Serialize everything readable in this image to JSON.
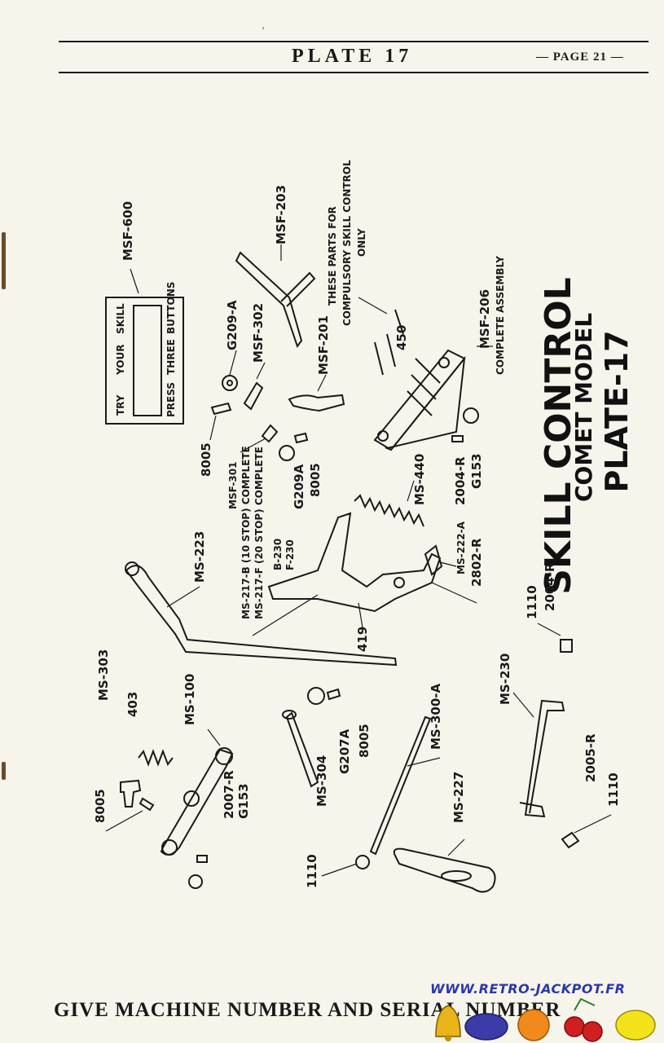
{
  "header": {
    "plate_title": "PLATE 17",
    "page_number": "— PAGE 21 —"
  },
  "title": {
    "line1": "SKILL CONTROL",
    "line2": "COMET MODEL",
    "line3": "PLATE-17"
  },
  "card": {
    "row_top": [
      "TRY",
      "YOUR",
      "SKILL"
    ],
    "row_bottom": [
      "PRESS",
      "THREE",
      "BUTTONS"
    ]
  },
  "notes": {
    "compulsory_line1": "THESE PARTS FOR",
    "compulsory_line2": "COMPULSORY SKILL CONTROL",
    "compulsory_line3": "ONLY",
    "assembly_line1": "MSF-206",
    "assembly_line2": "COMPLETE ASSEMBLY",
    "ms301_line1": "MSF-301",
    "ms301_line2": "MS-217-B (10 STOP) COMPLETE",
    "ms301_line3": "MS-217-F (20 STOP) COMPLETE"
  },
  "part_labels": {
    "msf600": "MSF-600",
    "msf203": "MSF-203",
    "g209a": "G209-A",
    "msf302": "MSF-302",
    "msf201": "MSF-201",
    "p450": "450",
    "p8005_a": "8005",
    "g209a_b": "G209A",
    "p8005_b": "8005",
    "b230": "B-230",
    "f230": "F-230",
    "ms440": "MS-440",
    "p2004r_a": "2004-R",
    "g153_a": "G153",
    "ms223": "MS-223",
    "ms222a": "MS-222-A",
    "p2802r": "2802-R",
    "p419": "419",
    "p1110_a": "1110",
    "p2004r_b": "2004-R",
    "ms303": "MS-303",
    "p403": "403",
    "ms100": "MS-100",
    "p8005_c": "8005",
    "p2007r": "2007-R",
    "g153_b": "G153",
    "ms304": "MS-304",
    "g207a": "G207A",
    "p8005_d": "8005",
    "ms300a": "MS-300-A",
    "ms227": "MS-227",
    "p1110_b": "1110",
    "ms230": "MS-230",
    "p2005r": "2005-R",
    "p1110_c": "1110"
  },
  "footer": {
    "text": "GIVE MACHINE NUMBER AND SERIAL NUMBER",
    "watermark": "WWW.RETRO-JACKPOT.FR"
  }
}
